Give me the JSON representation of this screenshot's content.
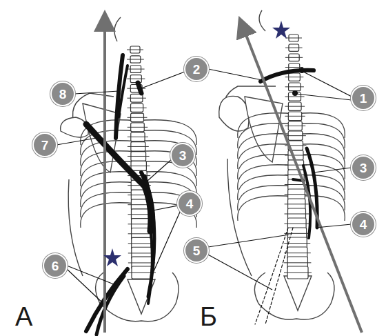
{
  "diagram": {
    "nodes": [
      {
        "text": [
          "8"
        ]
      },
      {
        "text": [
          "2"
        ]
      },
      {
        "text": [
          "7"
        ]
      },
      {
        "text": [
          "3"
        ]
      },
      {
        "text": [
          "4"
        ]
      },
      {
        "text": [
          "6"
        ]
      },
      {
        "text": [
          "1"
        ]
      },
      {
        "text": [
          "3"
        ]
      },
      {
        "text": [
          "4"
        ]
      },
      {
        "text": [
          "5"
        ]
      }
    ],
    "labels": [
      "А",
      "Б"
    ]
  }
}
